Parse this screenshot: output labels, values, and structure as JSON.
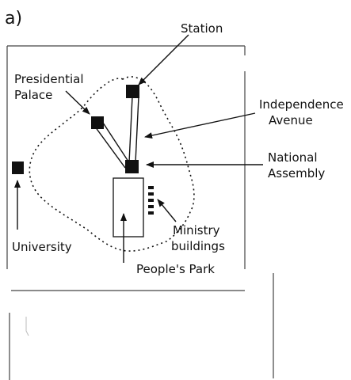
{
  "panel_label": "a)",
  "labels": {
    "station": "Station",
    "presidential_palace": [
      "Presidential",
      "Palace"
    ],
    "independence_avenue": [
      "Independence",
      "Avenue"
    ],
    "national_assembly": [
      "National",
      "Assembly"
    ],
    "university": "University",
    "ministry_buildings": [
      "Ministry",
      "buildings"
    ],
    "peoples_park": "People's Park"
  },
  "colors": {
    "ink": "#111111",
    "frame": "#444444",
    "background": "#ffffff"
  }
}
